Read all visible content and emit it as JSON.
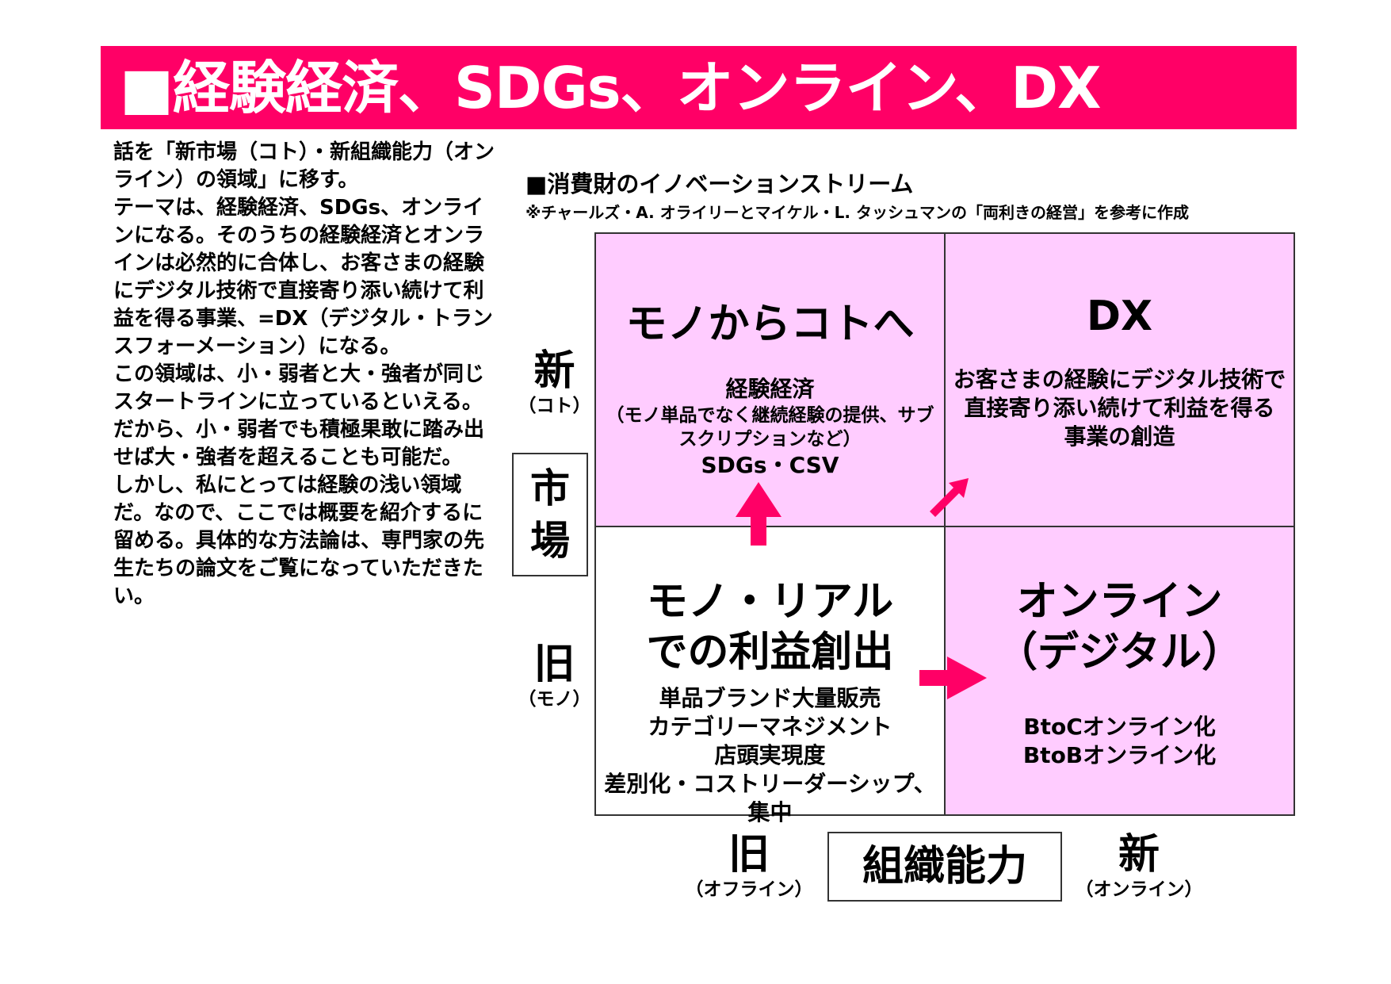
{
  "header": {
    "title": "■経験経済、SDGs、オンライン、DX"
  },
  "intro": {
    "paragraphs": [
      "話を「新市場（コト）・新組織能力（オンライン）の領域」に移す。",
      "テーマは、経験経済、SDGs、オンラインになる。そのうちの経験経済とオンラインは必然的に合体し、お客さまの経験にデジタル技術で直接寄り添い続けて利益を得る事業、=DX（デジタル・トランスフォーメーション）になる。",
      "この領域は、小・弱者と大・強者が同じスタートラインに立っているといえる。だから、小・弱者でも積極果敢に踏み出せば大・強者を超えることも可能だ。",
      "しかし、私にとっては経験の浅い領域だ。なので、ここでは概要を紹介するに留める。具体的な方法論は、専門家の先生たちの論文をご覧になっていただきたい。"
    ]
  },
  "diagram": {
    "title": "■消費財のイノベーションストリーム",
    "note": "※チャールズ・A. オライリーとマイケル・L. タッシュマンの「両利きの経営」を参考に作成",
    "colors": {
      "accent": "#ff0066",
      "cell_fill": "#ffccff"
    },
    "y_axis": {
      "new_label": "新",
      "new_sub": "（コト）",
      "name_line1": "市",
      "name_line2": "場",
      "old_label": "旧",
      "old_sub": "（モノ）"
    },
    "x_axis": {
      "old_label": "旧",
      "old_sub": "（オフライン）",
      "name": "組織能力",
      "new_label": "新",
      "new_sub": "（オンライン）"
    },
    "cells": {
      "top_left": {
        "title": "モノからコトへ",
        "line1": "経験経済",
        "line2": "（モノ単品でなく継続経験の提供、サブ",
        "line3": "スクリプションなど）",
        "line4": "SDGs・CSV"
      },
      "top_right": {
        "title": "DX",
        "line1": "お客さまの経験にデジタル技術で",
        "line2": "直接寄り添い続けて利益を得る",
        "line3": "事業の創造"
      },
      "bottom_left": {
        "title1": "モノ・リアル",
        "title2": "での利益創出",
        "items": [
          "単品ブランド大量販売",
          "カテゴリーマネジメント",
          "店頭実現度",
          "差別化・コストリーダーシップ、集中"
        ]
      },
      "bottom_right": {
        "title1": "オンライン",
        "title2": "（デジタル）",
        "items": [
          "BtoCオンライン化",
          "BtoBオンライン化"
        ]
      }
    },
    "arrows": [
      "up-arrow",
      "diagonal-arrow",
      "right-arrow"
    ]
  }
}
